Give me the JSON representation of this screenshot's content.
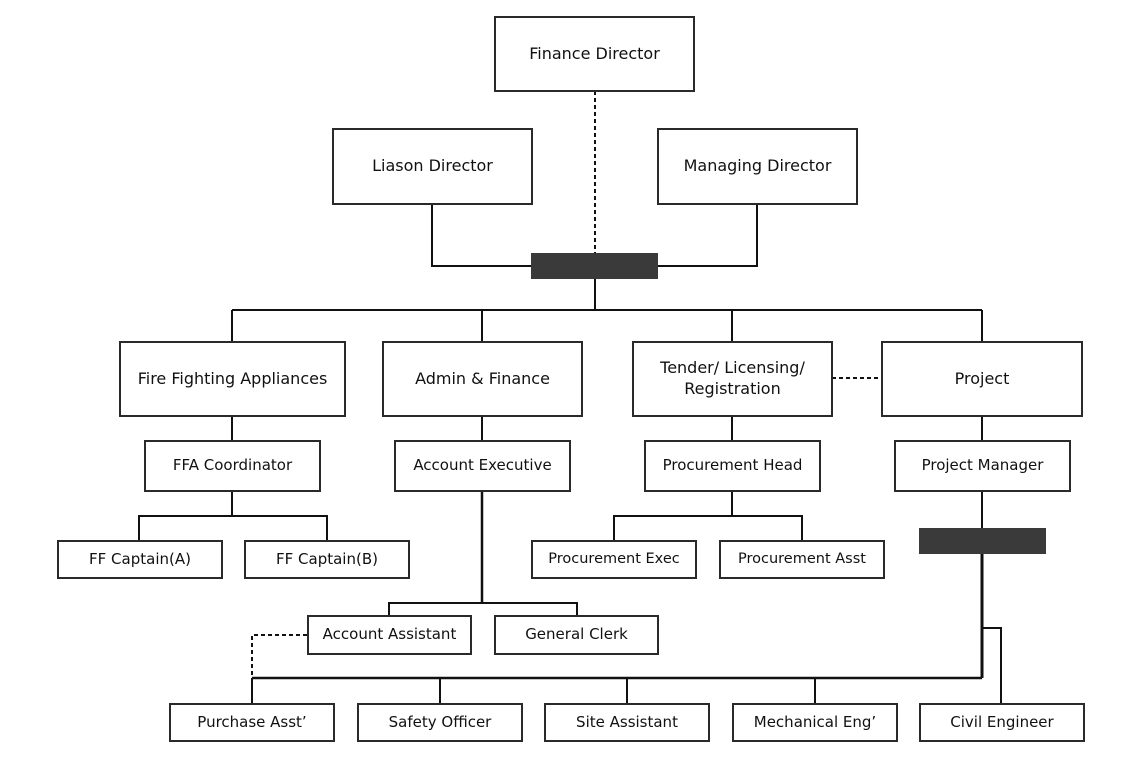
{
  "nodes": {
    "finance_director": "Finance Director",
    "liason_director": "Liason Director",
    "managing_director": "Managing Director",
    "fire_fighting_appliances": "Fire Fighting Appliances",
    "admin_finance": "Admin & Finance",
    "tender_licensing_registration": "Tender/ Licensing/ Registration",
    "project": "Project",
    "ffa_coordinator": "FFA Coordinator",
    "account_executive": "Account Executive",
    "procurement_head": "Procurement Head",
    "project_manager": "Project Manager",
    "ff_captain_a": "FF Captain(A)",
    "ff_captain_b": "FF Captain(B)",
    "procurement_exec": "Procurement Exec",
    "procurement_asst": "Procurement Asst",
    "account_assistant": "Account Assistant",
    "general_clerk": "General Clerk",
    "purchase_asst": "Purchase Asst’",
    "safety_officer": "Safety Officer",
    "site_assistant": "Site Assistant",
    "mechanical_eng": "Mechanical Eng’",
    "civil_engineer": "Civil Engineer"
  },
  "colors": {
    "line": "#111111",
    "border": "#2a2a2a",
    "junction_bar": "#3a3a3a",
    "background": "#ffffff"
  }
}
